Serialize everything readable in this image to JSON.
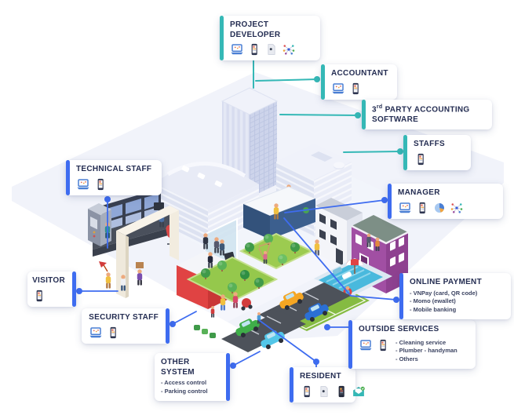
{
  "diagram_title": "Building management ecosystem",
  "colors": {
    "teal_accent": "#35b8b6",
    "blue_accent": "#3e6cf0",
    "card_background": "#ffffff",
    "title_text": "#242d52",
    "ground": "#edeff8",
    "building_face": "#dfe4f2",
    "purple_building": "#a14fa3",
    "park_green": "#97c84e",
    "pool_blue": "#49b9dd",
    "parking_grey": "#4d525a",
    "security_red": "#e04343"
  },
  "cards": {
    "project_developer": {
      "label": "PROJECT DEVELOPER",
      "accent": "teal",
      "icons": [
        "laptop-icon",
        "smartphone-icon",
        "document-icon",
        "network-icon"
      ]
    },
    "accountant": {
      "label": "ACCOUNTANT",
      "accent": "teal",
      "icons": [
        "laptop-icon",
        "smartphone-icon"
      ]
    },
    "third_party_accounting": {
      "label_prefix": "3",
      "label_sup": "rd",
      "label_rest": " PARTY ACCOUNTING SOFTWARE",
      "accent": "teal",
      "icons": []
    },
    "staffs": {
      "label": "STAFFS",
      "accent": "teal",
      "icons": [
        "smartphone-icon"
      ]
    },
    "manager": {
      "label": "MANAGER",
      "accent": "blue",
      "icons": [
        "laptop-icon",
        "smartphone-icon",
        "pie-chart-icon",
        "network-icon"
      ]
    },
    "technical_staff": {
      "label": "TECHNICAL STAFF",
      "accent": "blue",
      "icons": [
        "laptop-icon",
        "smartphone-icon"
      ]
    },
    "visitor": {
      "label": "VISITOR",
      "accent": "blue",
      "icons": [
        "smartphone-icon"
      ]
    },
    "security_staff": {
      "label": "SECURITY STAFF",
      "accent": "blue",
      "icons": [
        "laptop-icon",
        "smartphone-icon"
      ]
    },
    "other_system": {
      "label": "OTHER SYSTEM",
      "accent": "blue",
      "items": [
        "- Access control",
        "- Parking control"
      ]
    },
    "resident": {
      "label": "RESIDENT",
      "accent": "blue",
      "icons": [
        "smartphone-icon",
        "document-icon",
        "smartphone-dark-icon",
        "envelope-icon"
      ]
    },
    "outside_services": {
      "label": "OUTSIDE SERVICES",
      "accent": "blue",
      "icons": [
        "laptop-icon",
        "smartphone-icon"
      ],
      "items": [
        "- Cleaning service",
        "- Plumber - handyman",
        "- Others"
      ]
    },
    "online_payment": {
      "label": "ONLINE PAYMENT",
      "accent": "blue",
      "items": [
        "- VNPay (card, QR code)",
        "- Momo (ewallet)",
        "- Mobile banking"
      ]
    }
  }
}
